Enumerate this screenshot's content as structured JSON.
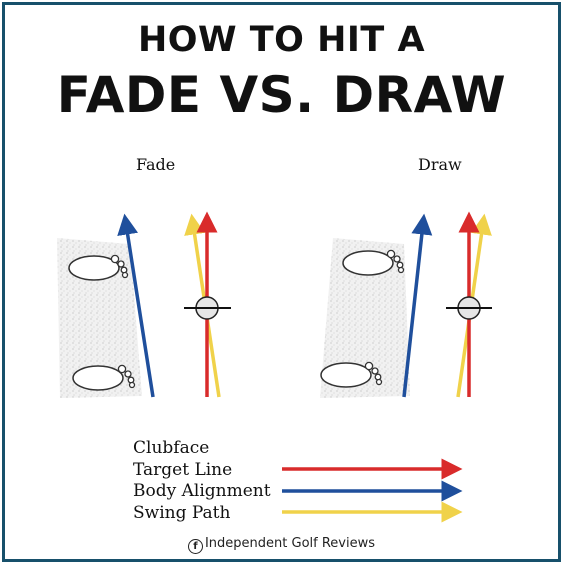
{
  "title": {
    "line1": "HOW TO HIT A",
    "line2": "FADE VS. DRAW"
  },
  "diagrams": {
    "fade_label": "Fade",
    "draw_label": "Draw"
  },
  "legend": {
    "clubface": "Clubface",
    "target_line": "Target Line",
    "body_alignment": "Body Alignment",
    "swing_path": "Swing Path"
  },
  "colors": {
    "target_line": "#d92b2b",
    "body_alignment": "#1f4f9c",
    "swing_path": "#f0d24a",
    "frame": "#17506b"
  },
  "footer": {
    "credit": "Independent Golf Reviews",
    "icon": "facebook-icon"
  }
}
